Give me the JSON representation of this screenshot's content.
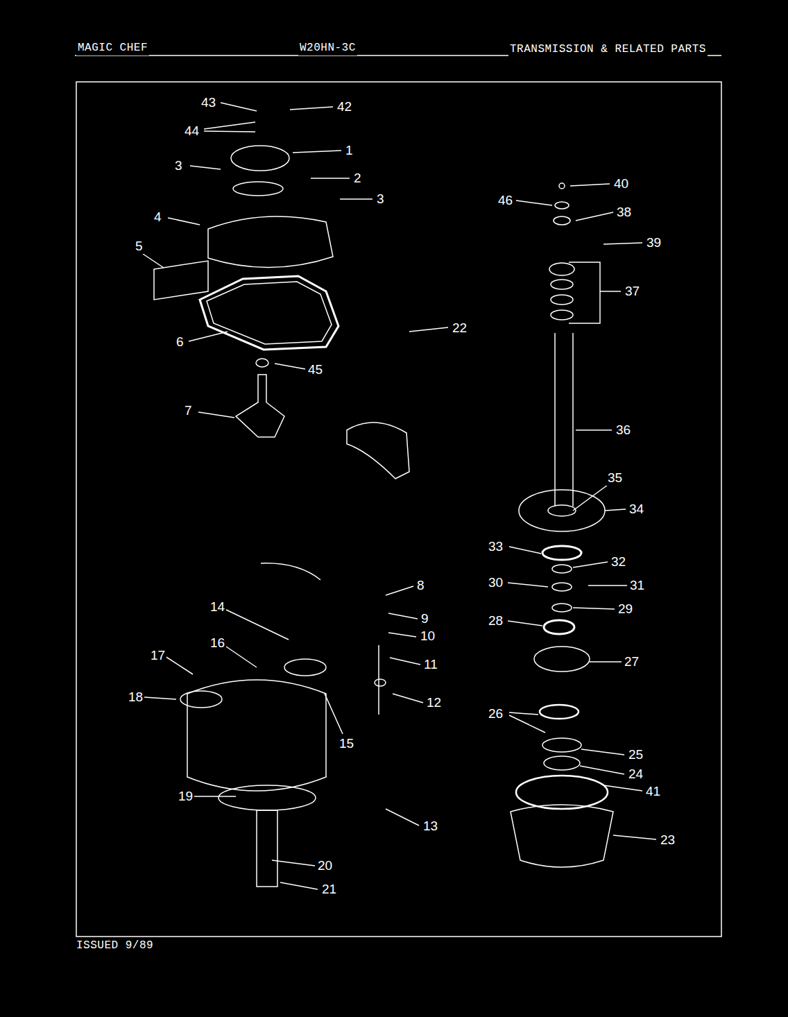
{
  "diagram": {
    "title": "TRANSMISSION & RELATED PARTS",
    "labels": [
      "MAGIC CHEF",
      "W20HN-3C",
      "ISSUED 9/89",
      "43",
      "42",
      "44",
      "1",
      "3",
      "2",
      "3",
      "4",
      "5",
      "6",
      "45",
      "22",
      "7",
      "40",
      "46",
      "38",
      "39",
      "37",
      "36",
      "35",
      "34",
      "33",
      "32",
      "30",
      "31",
      "29",
      "28",
      "27",
      "26",
      "25",
      "24",
      "41",
      "23",
      "8",
      "14",
      "9",
      "16",
      "10",
      "17",
      "11",
      "18",
      "12",
      "15",
      "19",
      "13",
      "20",
      "21"
    ]
  }
}
